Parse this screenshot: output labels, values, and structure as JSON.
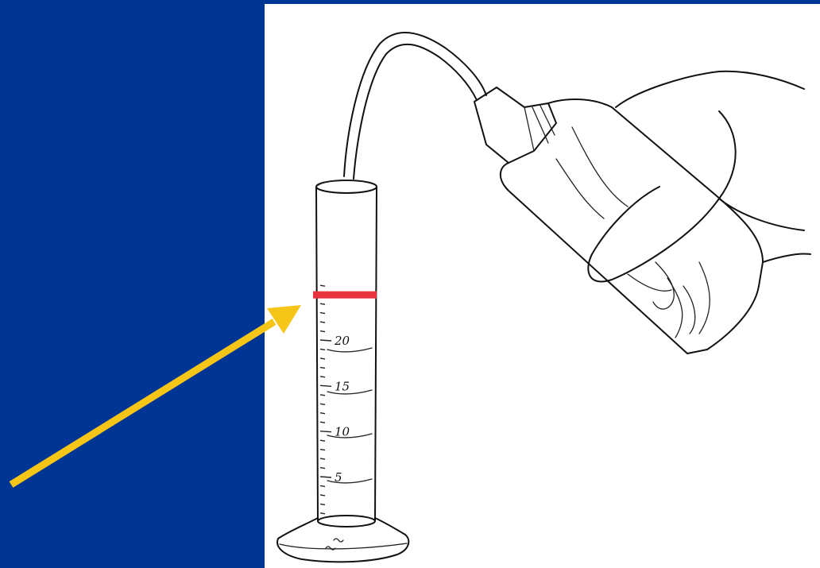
{
  "cylinder": {
    "graduation_labels": [
      "20",
      "15",
      "10",
      "5"
    ],
    "graduation_values": [
      20,
      15,
      10,
      5
    ]
  },
  "fill_mark": {
    "color": "#e8323c",
    "value": 25
  },
  "pointer_arrow": {
    "color": "#f5c518"
  },
  "colors": {
    "background": "#003594",
    "panel": "#ffffff"
  }
}
